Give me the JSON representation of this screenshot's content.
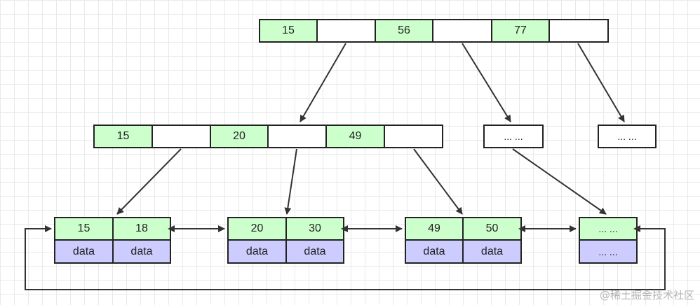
{
  "root": {
    "keys": [
      "15",
      "56",
      "77"
    ]
  },
  "internal": {
    "keys": [
      "15",
      "20",
      "49"
    ]
  },
  "placeholders": {
    "mid_right": "... ...",
    "far_right": "... ..."
  },
  "leaves": [
    {
      "keys": [
        "15",
        "18"
      ],
      "data": [
        "data",
        "data"
      ]
    },
    {
      "keys": [
        "20",
        "30"
      ],
      "data": [
        "data",
        "data"
      ]
    },
    {
      "keys": [
        "49",
        "50"
      ],
      "data": [
        "data",
        "data"
      ]
    },
    {
      "keys": [
        "... ..."
      ],
      "data": [
        "... ..."
      ]
    }
  ],
  "watermark": "@稀土掘金技术社区",
  "colors": {
    "key_fill": "#ccffcc",
    "data_fill": "#ccccff",
    "stroke": "#222222"
  }
}
